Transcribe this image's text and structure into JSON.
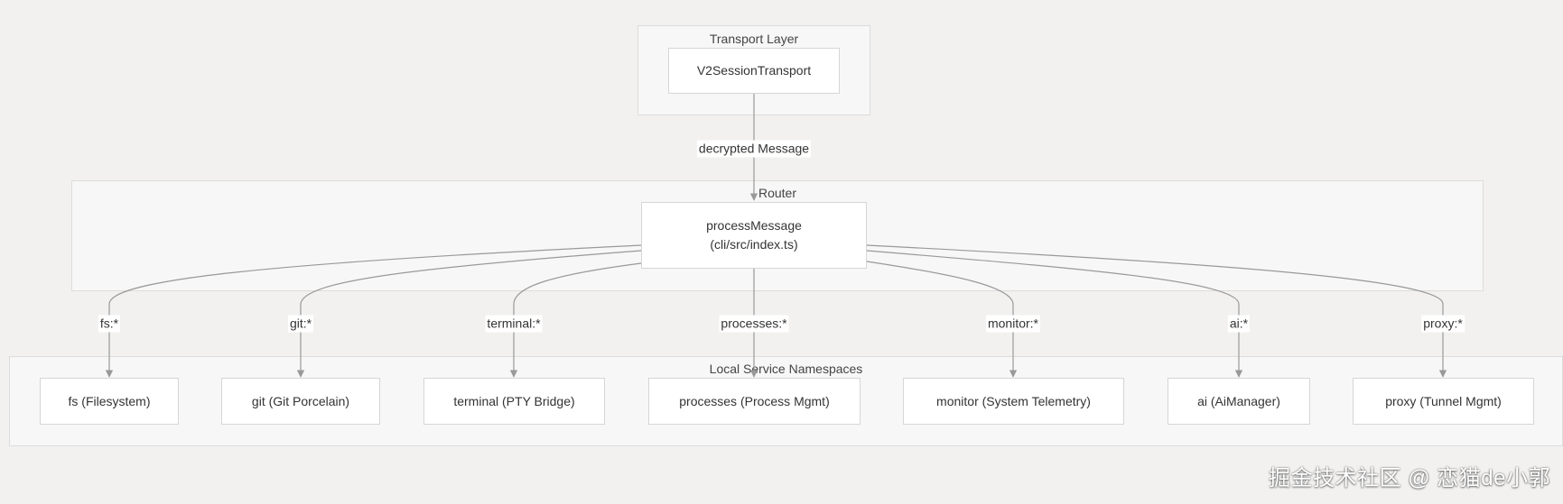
{
  "clusters": {
    "transport": "Transport Layer",
    "router": "Router",
    "services": "Local Service Namespaces"
  },
  "nodes": {
    "transport": "V2SessionTransport",
    "router_line1": "processMessage",
    "router_line2": "(cli/src/index.ts)",
    "services": [
      "fs (Filesystem)",
      "git (Git Porcelain)",
      "terminal (PTY Bridge)",
      "processes (Process Mgmt)",
      "monitor (System Telemetry)",
      "ai (AiManager)",
      "proxy (Tunnel Mgmt)"
    ]
  },
  "edges": {
    "transport_to_router": "decrypted Message",
    "router_to_services": [
      "fs:*",
      "git:*",
      "terminal:*",
      "processes:*",
      "monitor:*",
      "ai:*",
      "proxy:*"
    ]
  },
  "watermark": "掘金技术社区 @ 恋猫de小郭"
}
